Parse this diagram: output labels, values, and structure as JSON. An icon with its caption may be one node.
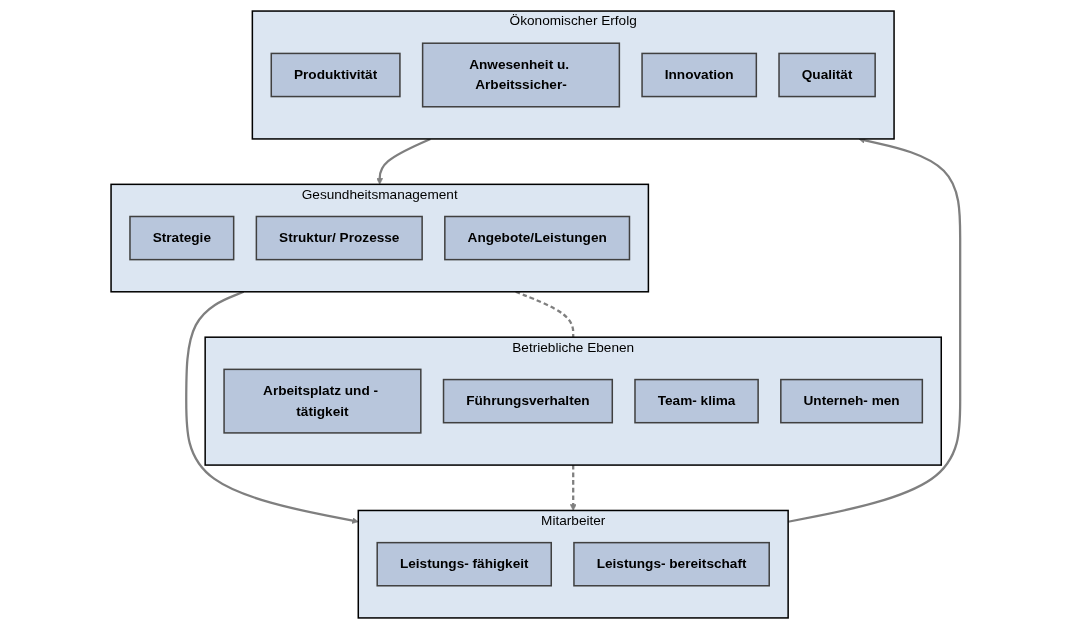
{
  "diagram": {
    "nodes": [
      {
        "text": [
          "Gesundheitsmanagement"
        ]
      },
      {
        "text": [
          "Strategie"
        ],
        "in": 0
      },
      {
        "text": [
          "Struktur/ Prozesse"
        ],
        "in": 0
      },
      {
        "text": [
          "Angebote/Leistungen"
        ],
        "in": 0
      },
      {
        "text": [
          "Betriebliche Ebenen"
        ]
      },
      {
        "text": [
          "Arbeitsplatz und - tätigkeit"
        ],
        "in": 4
      },
      {
        "text": [
          "Führungsverhalten"
        ],
        "in": 4
      },
      {
        "text": [
          "Team- klima"
        ],
        "in": 4
      },
      {
        "text": [
          "Unterneh- men"
        ],
        "in": 4
      },
      {
        "text": [
          "Mitarbeiter"
        ]
      },
      {
        "text": [
          "Leistungs- fähigkeit"
        ],
        "in": 9
      },
      {
        "text": [
          "Leistungs- bereitschaft"
        ],
        "in": 9
      },
      {
        "text": [
          "Ökonomischer Erfolg"
        ]
      },
      {
        "text": [
          "Produktivität"
        ],
        "in": 12
      },
      {
        "text": [
          "Anwesenheit u. Arbeitssicher-"
        ],
        "in": 12
      },
      {
        "text": [
          "Innovation"
        ],
        "in": 12
      },
      {
        "text": [
          "Qualität"
        ],
        "in": 12
      }
    ],
    "edges": [
      {
        "from": 0,
        "to": 4,
        "arrow": "none",
        "style": "dashed"
      },
      {
        "from": 0,
        "to": 9,
        "arrow": "to"
      },
      {
        "from": 4,
        "to": 9,
        "arrow": "to",
        "style": "dashed"
      },
      {
        "from": 9,
        "to": 12,
        "arrow": "to"
      },
      {
        "from": 12,
        "to": 0,
        "arrow": "to"
      }
    ]
  }
}
